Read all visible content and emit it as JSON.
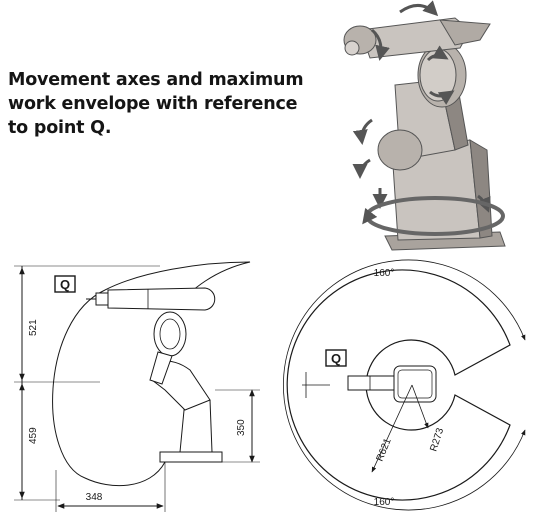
{
  "heading": {
    "line1": "Movement axes and maximum",
    "line2": "work envelope with reference",
    "line3": "to point Q."
  },
  "side_view": {
    "reference_label": "Q",
    "dim_upper": "521",
    "dim_lower": "459",
    "dim_base_height": "350",
    "dim_reach": "348"
  },
  "top_view": {
    "reference_label": "Q",
    "angle_top": "160°",
    "angle_bottom": "160°",
    "radius_outer": "R621",
    "radius_inner": "R273"
  },
  "colors": {
    "line": "#1a1a1a",
    "robot_body": "#c9c4bf",
    "robot_shadow": "#8d8782",
    "arrow": "#555555"
  }
}
